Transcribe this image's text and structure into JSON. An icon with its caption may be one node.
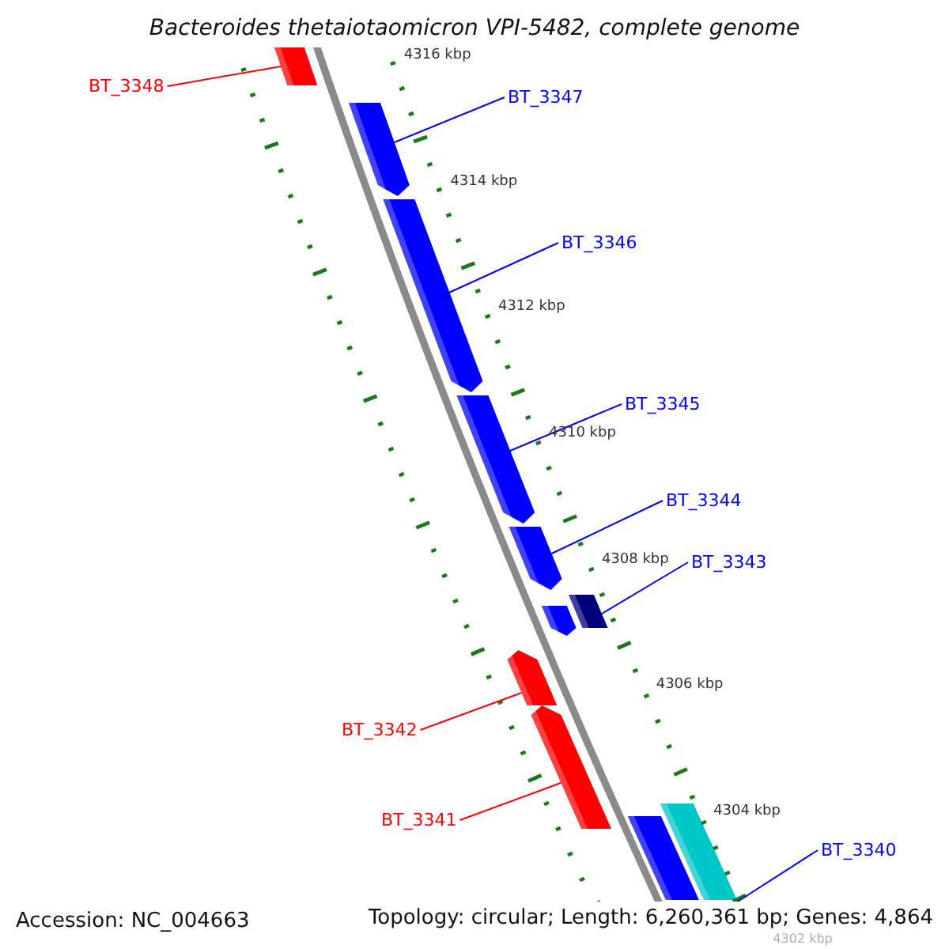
{
  "diagram": {
    "title": "Bacteroides thetaiotaomicron VPI-5482, complete genome",
    "nodes": [
      {
        "text": [
          "BT_3348"
        ]
      },
      {
        "text": [
          "BT_3347"
        ]
      },
      {
        "text": [
          "BT_3346"
        ]
      },
      {
        "text": [
          "BT_3345"
        ]
      },
      {
        "text": [
          "BT_3344"
        ]
      },
      {
        "text": [
          "BT_3343"
        ]
      },
      {
        "text": [
          "BT_3342"
        ]
      },
      {
        "text": [
          "BT_3341"
        ]
      },
      {
        "text": [
          "BT_3340"
        ]
      },
      {
        "text": [],
        "shape": "bar"
      },
      {
        "text": [],
        "shape": "bar"
      },
      {
        "text": [],
        "shape": "bar"
      },
      {
        "text": [],
        "shape": "bar"
      },
      {
        "text": [],
        "shape": "bar"
      },
      {
        "text": [],
        "shape": "bar"
      },
      {
        "text": [],
        "shape": "bar"
      },
      {
        "text": [],
        "shape": "bar"
      },
      {
        "text": [],
        "shape": "bar"
      }
    ],
    "edges": [
      {
        "from": 0,
        "to": 9,
        "arrow": "none",
        "color": "#ff0000"
      },
      {
        "from": 1,
        "to": 10,
        "arrow": "none"
      },
      {
        "from": 2,
        "to": 11,
        "arrow": "none"
      },
      {
        "from": 3,
        "to": 12,
        "arrow": "none"
      },
      {
        "from": 4,
        "to": 13,
        "arrow": "none"
      },
      {
        "from": 5,
        "to": 14,
        "arrow": "none"
      },
      {
        "from": 6,
        "to": 15,
        "arrow": "none",
        "color": "#ff0000"
      },
      {
        "from": 7,
        "to": 16,
        "arrow": "none",
        "color": "#ff0000"
      },
      {
        "from": 8,
        "to": 17,
        "arrow": "none"
      }
    ],
    "labels": [
      "4316 kbp",
      "4314 kbp",
      "4312 kbp",
      "4310 kbp",
      "4308 kbp",
      "4306 kbp",
      "4304 kbp",
      "4302 kbp",
      "Accession: NC_004663",
      "Topology: circular; Length: 6,260,361 bp; Genes: 4,864"
    ]
  }
}
